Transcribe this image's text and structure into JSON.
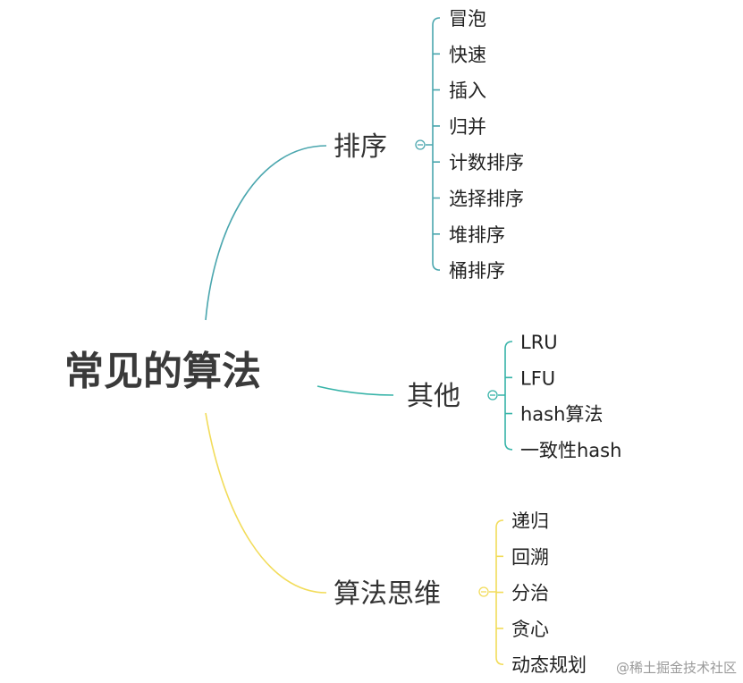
{
  "root": {
    "label": "常见的算法"
  },
  "colors": {
    "sorting": "#4aa6ae",
    "other": "#36b3a8",
    "thinking": "#f2dc5a",
    "root": "#3a3a3a"
  },
  "branches": [
    {
      "label": "排序",
      "color_key": "sorting",
      "children": [
        "冒泡",
        "快速",
        "插入",
        "归并",
        "计数排序",
        "选择排序",
        "堆排序",
        "桶排序"
      ]
    },
    {
      "label": "其他",
      "color_key": "other",
      "children": [
        "LRU",
        "LFU",
        "hash算法",
        "一致性hash"
      ]
    },
    {
      "label": "算法思维",
      "color_key": "thinking",
      "children": [
        "递归",
        "回溯",
        "分治",
        "贪心",
        "动态规划"
      ]
    }
  ],
  "watermark": "@稀土掘金技术社区"
}
